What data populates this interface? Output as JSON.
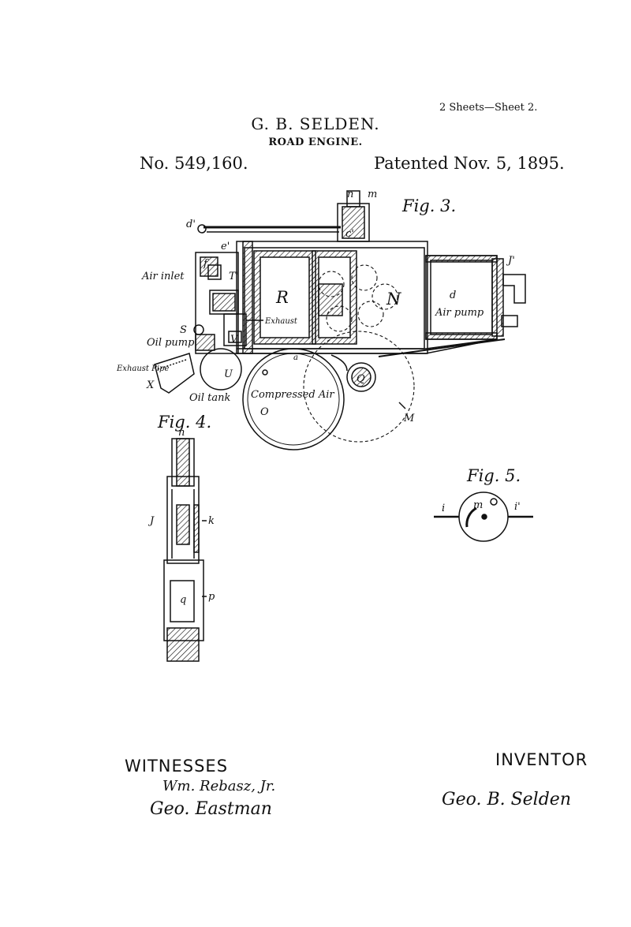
{
  "header": {
    "sheets": "2 Sheets—Sheet 2.",
    "inventor": "G. B. SELDEN.",
    "title": "ROAD ENGINE.",
    "patent_number": "No. 549,160.",
    "patented_date": "Patented Nov. 5, 1895."
  },
  "fig3": {
    "title": "Fig. 3.",
    "labels": {
      "n": "n",
      "m": "m",
      "d_prime": "d'",
      "c_prime": "c'",
      "e_prime": "e'",
      "f": "f",
      "j_prime": "J'",
      "air_inlet": "Air inlet",
      "t_prime": "T'",
      "r": "R",
      "n_cap": "N",
      "d": "d",
      "air_pump": "Air pump",
      "exhaust": "Exhaust",
      "s": "S",
      "v": "V",
      "oil_pump": "Oil pump",
      "exhaust_pipe": "Exhaust Pipe",
      "x": "X",
      "u": "U",
      "oil_tank": "Oil tank",
      "compressed_air": "Compressed Air",
      "o": "O",
      "q": "Q",
      "m_cap": "M",
      "a": "a"
    }
  },
  "fig4": {
    "title": "Fig. 4.",
    "labels": {
      "n": "n",
      "j": "J",
      "k": "k",
      "q": "q",
      "p": "p"
    }
  },
  "fig5": {
    "title": "Fig. 5.",
    "labels": {
      "i": "i",
      "m": "m",
      "i_prime": "i'"
    }
  },
  "signatures": {
    "witnesses_heading": "WITNESSES",
    "witness_1": "Wm. Rebasz, Jr.",
    "witness_2": "Geo. Eastman",
    "inventor_heading": "INVENTOR",
    "inventor_signature": "Geo. B. Selden"
  }
}
